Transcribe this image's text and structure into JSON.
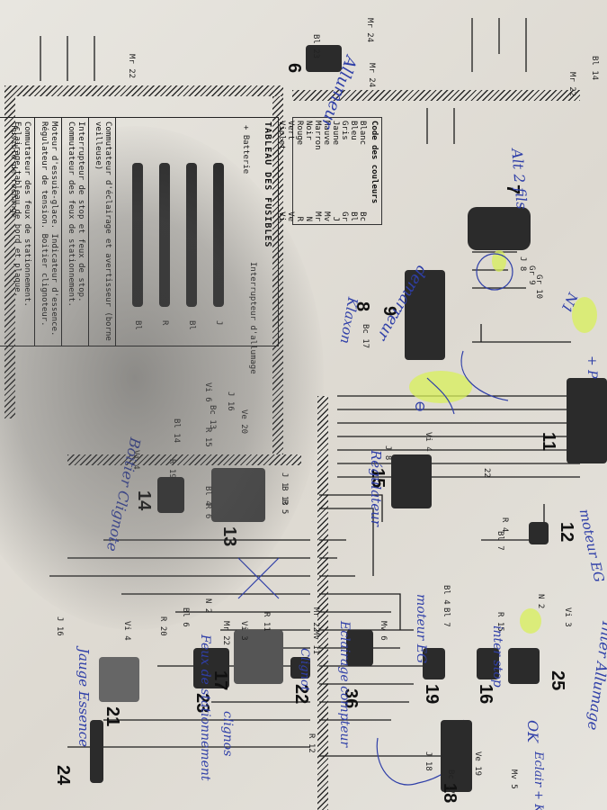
{
  "fuse_table": {
    "title": "TABLEAU DES FUSIBLES",
    "battery": "+ Batterie",
    "spare": "Fusible de rechange",
    "ignition_switch": "Interrupteur d'allumage",
    "rows": [
      "Commutateur d'éclairage et avertisseur (borne veilleuse)",
      "Interrupteur de stop et feux de stop. Commutateur des feux de stationnement.",
      "Moteur d'essuie-glace. Indicateur d'essence. Régulateur de tension. Boitier clignoteur.",
      "Commutateur des feux de stationnement. Eclairage tableau de bord et plaque."
    ],
    "terminals": [
      "J",
      "Bl",
      "R",
      "Bl"
    ]
  },
  "color_code": {
    "title": "Code des couleurs",
    "entries": [
      [
        "Blanc",
        "Bc"
      ],
      [
        "Bleu",
        "Bl"
      ],
      [
        "Gris",
        "Gr"
      ],
      [
        "Jaune",
        "J"
      ],
      [
        "Mauve",
        "Mv"
      ],
      [
        "Marron",
        "Mr"
      ],
      [
        "Noir",
        "N"
      ],
      [
        "Rouge",
        "R"
      ],
      [
        "Vert",
        "Ve"
      ],
      [
        "Violet",
        "Vi"
      ]
    ]
  },
  "components": {
    "c6": "6",
    "c7": "7",
    "c8": "8",
    "c9": "9",
    "c11": "11",
    "c12": "12",
    "c13": "13",
    "c14": "14",
    "c15": "15",
    "c16": "16",
    "c17": "17",
    "c18": "18",
    "c19": "19",
    "c21": "21",
    "c22": "22",
    "c23": "23",
    "c24": "24",
    "c25": "25",
    "c36": "36"
  },
  "wire_labels": {
    "w1": "Bl 23",
    "w2": "Mr 24",
    "w3": "Mr 24",
    "w4": "Mr 22",
    "w5": "J 8",
    "w6": "Gr 9",
    "w7": "Gr 10",
    "w8": "Vi 4",
    "w9": "22",
    "w10": "R 4",
    "w11": "Bl 7",
    "w12": "J 8",
    "w13": "Bc 17",
    "w14": "Vi 6",
    "w15": "J 16",
    "w16": "Ve 20",
    "w17": "Bc 13",
    "w18": "Bl 14",
    "w19": "R 15",
    "w20": "J 1",
    "w21": "B 13",
    "w22": "R 5",
    "w23": "Bl 4",
    "w24": "R 6",
    "w25": "Vi 4",
    "w26": "R 19",
    "w27": "N 2",
    "w28": "Vi 3",
    "w29": "R 15",
    "w30": "Bl 4",
    "w31": "Bl 7",
    "w32": "Mv 6",
    "w33": "Mr 22",
    "w34": "Mv 11",
    "w35": "R 11",
    "w36": "Vi 3",
    "w37": "Mr 22",
    "w38": "N 2",
    "w39": "Bl 6",
    "w40": "R 20",
    "w41": "Vi 4",
    "w42": "J 16",
    "w43": "Ve 19",
    "w44": "Bc 17",
    "w45": "Mv 5",
    "w46": "J 18",
    "w47": "R 12",
    "w48": "Bl 14",
    "w49": "Mr 22"
  },
  "annotations": {
    "allumeur": "Allumeur",
    "alt": "Alt 2 fils",
    "demarreur": "demarreur",
    "klaxon": "Klaxon",
    "n1": "N1",
    "regulator": "Régulateur",
    "boitier": "Boitier Clignote",
    "moteur": "moteur EG",
    "inter_stop": "inter stop",
    "moteur_eg": "moteur EG",
    "inter_allumage": "Inter Allumage",
    "eclairage": "Eclairage compteur",
    "clignotant": "Clignot",
    "feux_stationnement": "Feux de stationnement",
    "clignos": "clignos",
    "jauge": "Jauge Essence",
    "eclairage2": "Eclair + Klax",
    "ok": "OK",
    "minus": "⊖",
    "plus": "+ P"
  },
  "colors": {
    "ink": "#1c1c1c",
    "pen": "#2f3fa8",
    "highlight": "#d8f05a"
  }
}
